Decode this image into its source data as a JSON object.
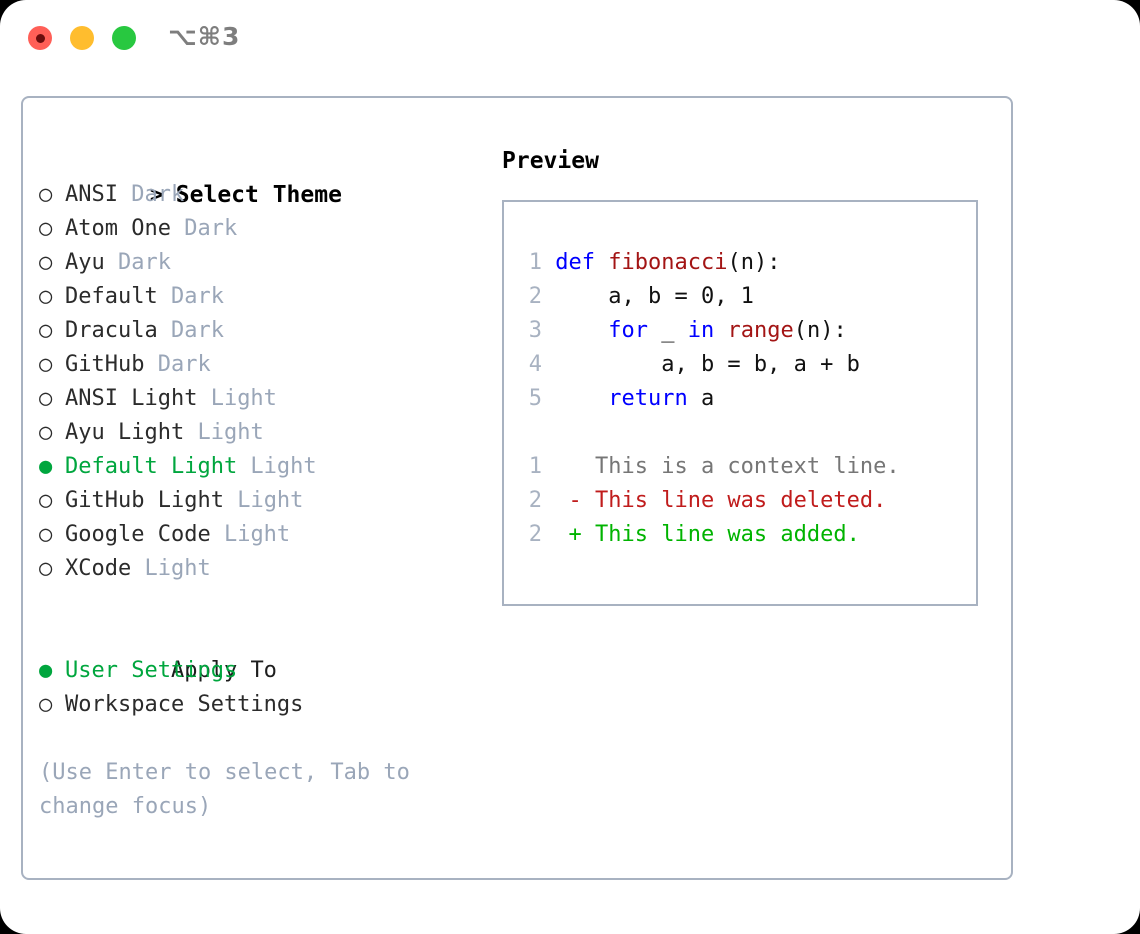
{
  "window": {
    "traffic_lights": [
      "close",
      "minimize",
      "maximize"
    ],
    "shortcut": "⌥⌘3"
  },
  "theme_picker": {
    "header": "Select Theme",
    "header_prefix": ">",
    "bullet_selected": "●",
    "bullet_unselected": "○",
    "accent_color": "#00a63e",
    "muted_color": "#9aa6b8",
    "items": [
      {
        "name": "ANSI",
        "mode": "Dark",
        "selected": false
      },
      {
        "name": "Atom One",
        "mode": "Dark",
        "selected": false
      },
      {
        "name": "Ayu",
        "mode": "Dark",
        "selected": false
      },
      {
        "name": "Default",
        "mode": "Dark",
        "selected": false
      },
      {
        "name": "Dracula",
        "mode": "Dark",
        "selected": false
      },
      {
        "name": "GitHub",
        "mode": "Dark",
        "selected": false
      },
      {
        "name": "ANSI Light",
        "mode": "Light",
        "selected": false
      },
      {
        "name": "Ayu Light",
        "mode": "Light",
        "selected": false
      },
      {
        "name": "Default Light",
        "mode": "Light",
        "selected": true
      },
      {
        "name": "GitHub Light",
        "mode": "Light",
        "selected": false
      },
      {
        "name": "Google Code",
        "mode": "Light",
        "selected": false
      },
      {
        "name": "XCode",
        "mode": "Light",
        "selected": false
      }
    ]
  },
  "apply_to": {
    "title": "Apply To",
    "options": [
      {
        "name": "User Settings",
        "selected": true
      },
      {
        "name": "Workspace Settings",
        "selected": false
      }
    ]
  },
  "hint": "(Use Enter to select, Tab to change focus)",
  "preview": {
    "title": "Preview",
    "code_lines": [
      {
        "number": "1",
        "tokens": [
          {
            "text": "def ",
            "type": "kw"
          },
          {
            "text": "fibonacci",
            "type": "fn"
          },
          {
            "text": "(n):",
            "type": "pn"
          }
        ]
      },
      {
        "number": "2",
        "tokens": [
          {
            "text": "    a, b = 0, 1",
            "type": "pn"
          }
        ]
      },
      {
        "number": "3",
        "tokens": [
          {
            "text": "    ",
            "type": "pn"
          },
          {
            "text": "for",
            "type": "kw"
          },
          {
            "text": " _ ",
            "type": "pn"
          },
          {
            "text": "in",
            "type": "kw"
          },
          {
            "text": " ",
            "type": "pn"
          },
          {
            "text": "range",
            "type": "fn"
          },
          {
            "text": "(n):",
            "type": "pn"
          }
        ]
      },
      {
        "number": "4",
        "tokens": [
          {
            "text": "        a, b = b, a + b",
            "type": "pn"
          }
        ]
      },
      {
        "number": "5",
        "tokens": [
          {
            "text": "    ",
            "type": "pn"
          },
          {
            "text": "return",
            "type": "kw"
          },
          {
            "text": " a",
            "type": "pn"
          }
        ]
      }
    ],
    "diff_lines": [
      {
        "number": "1",
        "marker": " ",
        "text": "This is a context line.",
        "kind": "context"
      },
      {
        "number": "2",
        "marker": "-",
        "text": "This line was deleted.",
        "kind": "deleted"
      },
      {
        "number": "2",
        "marker": "+",
        "text": "This line was added.",
        "kind": "added"
      }
    ],
    "diff_colors": {
      "context": "#767676",
      "deleted": "#c01c1c",
      "added": "#00b300"
    }
  }
}
